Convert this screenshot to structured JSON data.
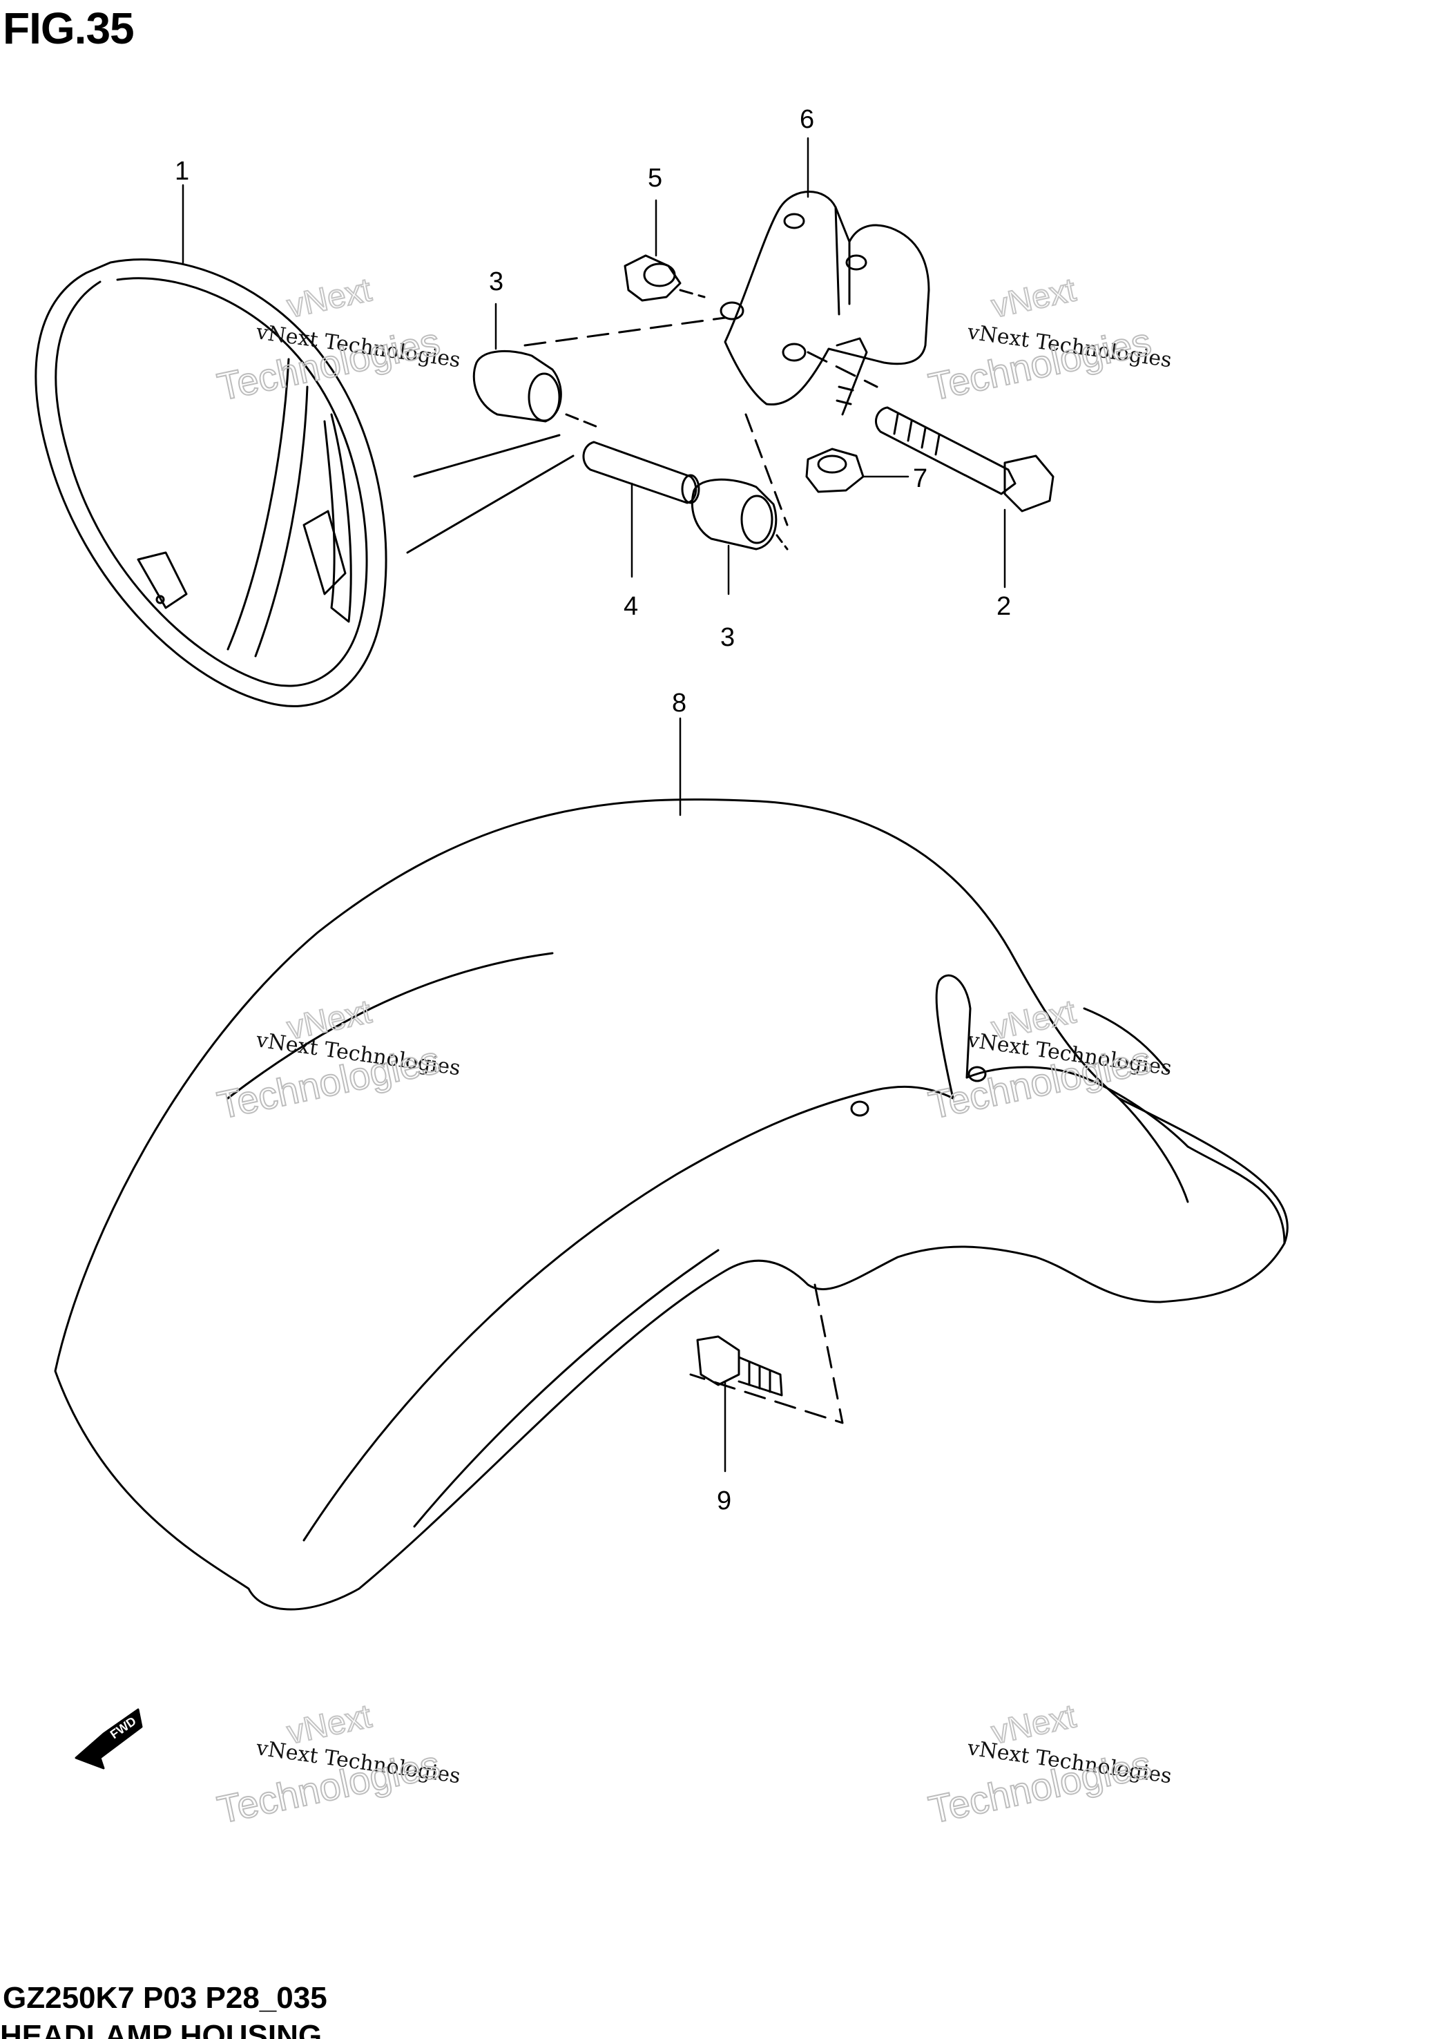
{
  "figure": {
    "title": "FIG.35",
    "code": "GZ250K7 P03 P28_035",
    "name": "HEADLAMP HOUSING"
  },
  "callouts": [
    "1",
    "2",
    "3",
    "3",
    "4",
    "5",
    "6",
    "7",
    "8",
    "9"
  ],
  "fwd_marker": "FWD",
  "watermark": {
    "line1": "vNext Technologies",
    "line2": "Technologies",
    "line3": "vNext"
  },
  "colors": {
    "line": "#000000",
    "watermark_outline": "#bdbdbd"
  }
}
